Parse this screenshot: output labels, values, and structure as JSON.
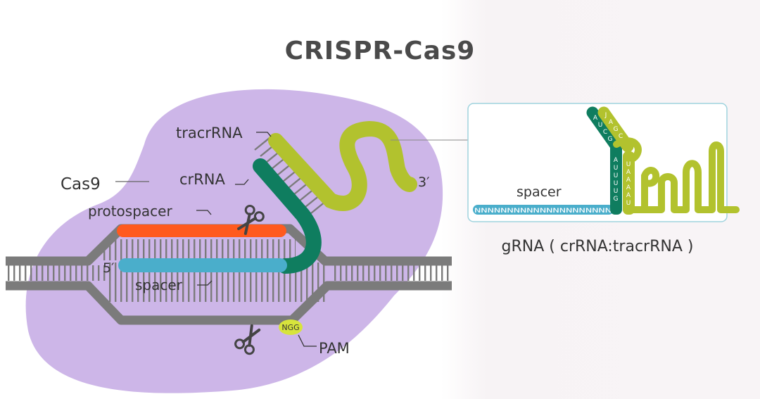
{
  "title": "CRISPR-Cas9",
  "labels": {
    "tracrrna": "tracrRNA",
    "crrna": "crRNA",
    "cas9": "Cas9",
    "protospacer": "protospacer",
    "spacer": "spacer",
    "five_prime": "5′",
    "three_prime": "3′",
    "pam": "PAM",
    "ngg": "NGG"
  },
  "inset": {
    "spacer_label": "spacer",
    "spacer_sequence": "NNNNNNNNNNNNNNNNNNNNN",
    "crrna_stem_letters": [
      "A",
      "U",
      "U",
      "U",
      "U",
      "G"
    ],
    "crrna_loop_letters": [
      "A",
      "U",
      "C",
      "G"
    ],
    "tracr_loop_letters": [
      "J",
      "A",
      "G",
      "C"
    ],
    "tracr_stem_letters": [
      "U",
      "A",
      "A",
      "A",
      "A",
      "U"
    ],
    "caption": "gRNA ( crRNA:tracrRNA )"
  },
  "colors": {
    "cas9_blob": "#cdb6e8",
    "dna_backbone": "#7b7b7b",
    "protospacer": "#ff5a1f",
    "spacer": "#4aaecb",
    "crrna": "#0f7d5f",
    "tracrrna": "#b2c22e",
    "ngg_badge": "#d7e43c"
  }
}
